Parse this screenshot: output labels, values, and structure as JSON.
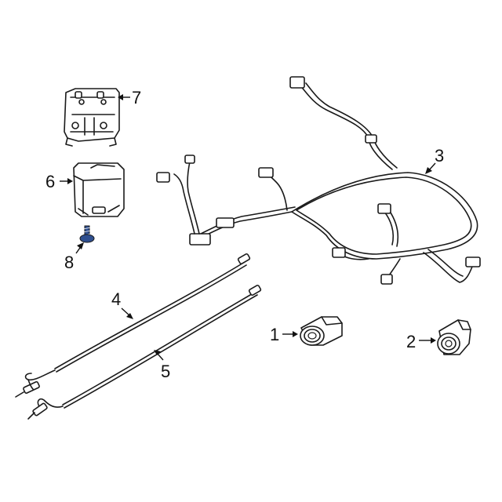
{
  "callouts": {
    "c1": "1",
    "c2": "2",
    "c3": "3",
    "c4": "4",
    "c5": "5",
    "c6": "6",
    "c7": "7",
    "c8": "8"
  },
  "colors": {
    "line": "#1a1a1a",
    "highlight_bolt": "#2f4f8f"
  }
}
